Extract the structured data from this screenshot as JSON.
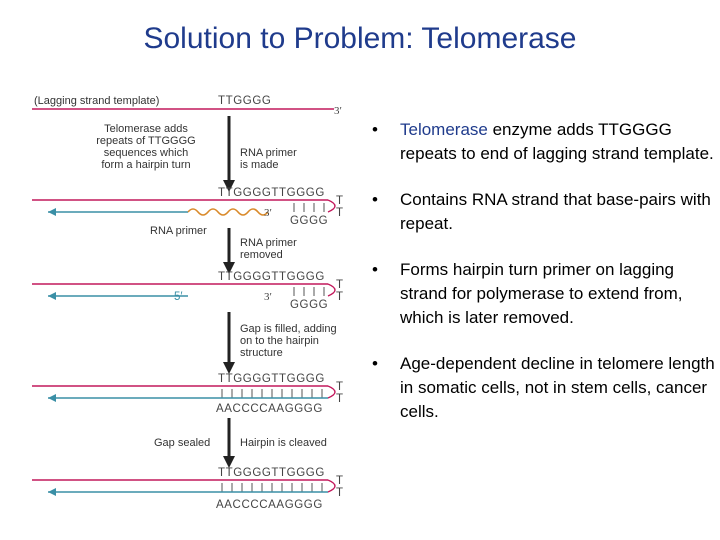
{
  "title": "Solution to Problem: Telomerase",
  "figure": {
    "top_label": "(Lagging strand template)",
    "template_seq": "TTGGGG",
    "three_prime": "3′",
    "five_prime": "5′",
    "step1_left": [
      "Telomerase adds",
      "repeats of TTGGGG",
      "sequences which",
      "form a hairpin turn"
    ],
    "step1_right": [
      "RNA primer",
      "is made"
    ],
    "repeat_seq": "TTGGGGTTGGGG",
    "hairpin_T": "T",
    "hairpin_seq": "GGGG",
    "rna_primer_label": "RNA primer",
    "primer_removed": [
      "RNA primer",
      "removed"
    ],
    "step3": [
      "Gap is filled, adding",
      "on to the hairpin",
      "structure"
    ],
    "complement_seq": "AACCCCAAGGGG",
    "gap_sealed": "Gap sealed",
    "hairpin_cleaved": "Hairpin is cleaved"
  },
  "bullets": [
    {
      "marker": "•",
      "highlight": "Telomerase",
      "text": " enzyme adds TTGGGG repeats to end of lagging strand template."
    },
    {
      "marker": "•",
      "highlight": "",
      "text": "Contains RNA strand that base-pairs with repeat."
    },
    {
      "marker": "•",
      "highlight": "",
      "text": "Forms hairpin turn primer on lagging strand for polymerase to extend from, which is later removed."
    },
    {
      "marker": "•",
      "highlight": "",
      "text": "Age-dependent decline in telomere length in somatic cells, not in stem cells, cancer cells."
    }
  ]
}
